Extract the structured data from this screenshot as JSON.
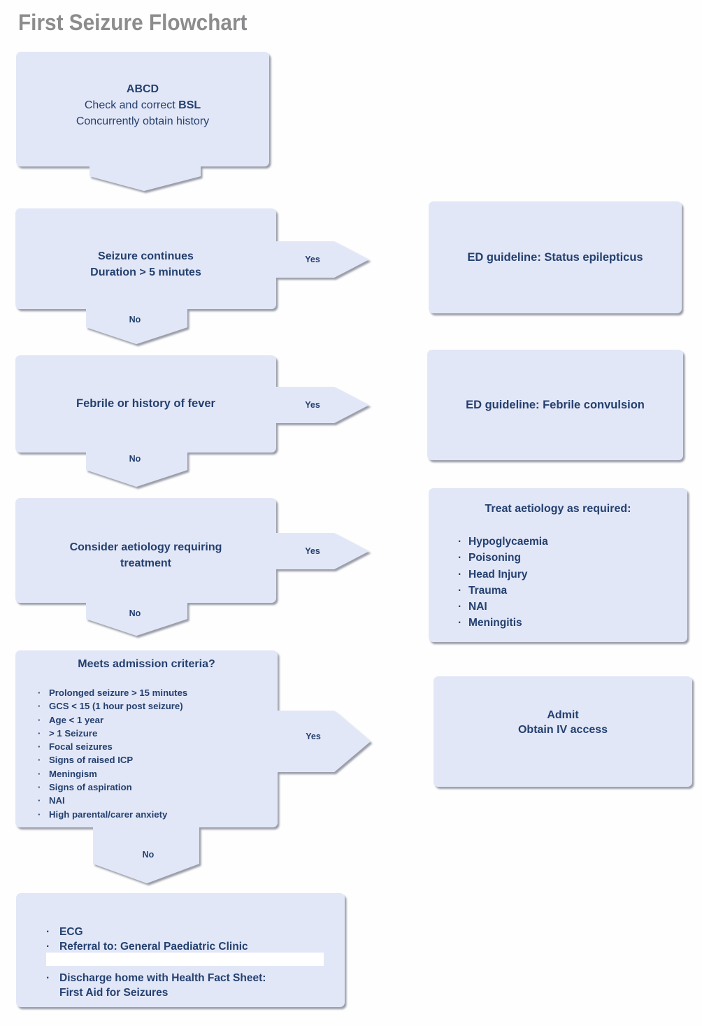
{
  "title": "First Seizure Flowchart",
  "colors": {
    "node_fill": "#e2e7f7",
    "text": "#24406f",
    "title_text": "#8c8c8e",
    "redaction": "#ffffff"
  },
  "nodes": {
    "start": {
      "line1": "ABCD",
      "line2_prefix": "Check and correct ",
      "line2_bold": "BSL",
      "line3": "Concurrently obtain history"
    },
    "q_seizure": {
      "line1": "Seizure continues",
      "line2": "Duration > 5 minutes",
      "yes": "Yes",
      "no": "No"
    },
    "status_epilepticus": {
      "text": "ED guideline: Status epilepticus"
    },
    "q_febrile": {
      "text": "Febrile or history of fever",
      "yes": "Yes",
      "no": "No"
    },
    "febrile_convulsion": {
      "text": "ED guideline: Febrile convulsion"
    },
    "q_aetiology": {
      "line1": "Consider aetiology requiring",
      "line2": "treatment",
      "yes": "Yes",
      "no": "No"
    },
    "treat_aetiology": {
      "heading": "Treat aetiology as required:",
      "items": [
        "Hypoglycaemia",
        "Poisoning",
        "Head Injury",
        "Trauma",
        "NAI",
        "Meningitis"
      ]
    },
    "q_admission": {
      "heading": "Meets admission criteria?",
      "items": [
        "Prolonged seizure > 15 minutes",
        "GCS < 15 (1 hour post seizure)",
        "Age < 1 year",
        "> 1 Seizure",
        "Focal seizures",
        "Signs of raised ICP",
        "Meningism",
        "Signs of aspiration",
        "NAI",
        "High parental/carer anxiety"
      ],
      "yes": "Yes",
      "no": "No"
    },
    "admit": {
      "line1": "Admit",
      "line2": "Obtain IV access"
    },
    "discharge": {
      "item1": "ECG",
      "item2": "Referral to: General Paediatric Clinic",
      "item3_line1": "Discharge home with Health Fact Sheet:",
      "item3_line2": "First Aid for Seizures"
    }
  }
}
